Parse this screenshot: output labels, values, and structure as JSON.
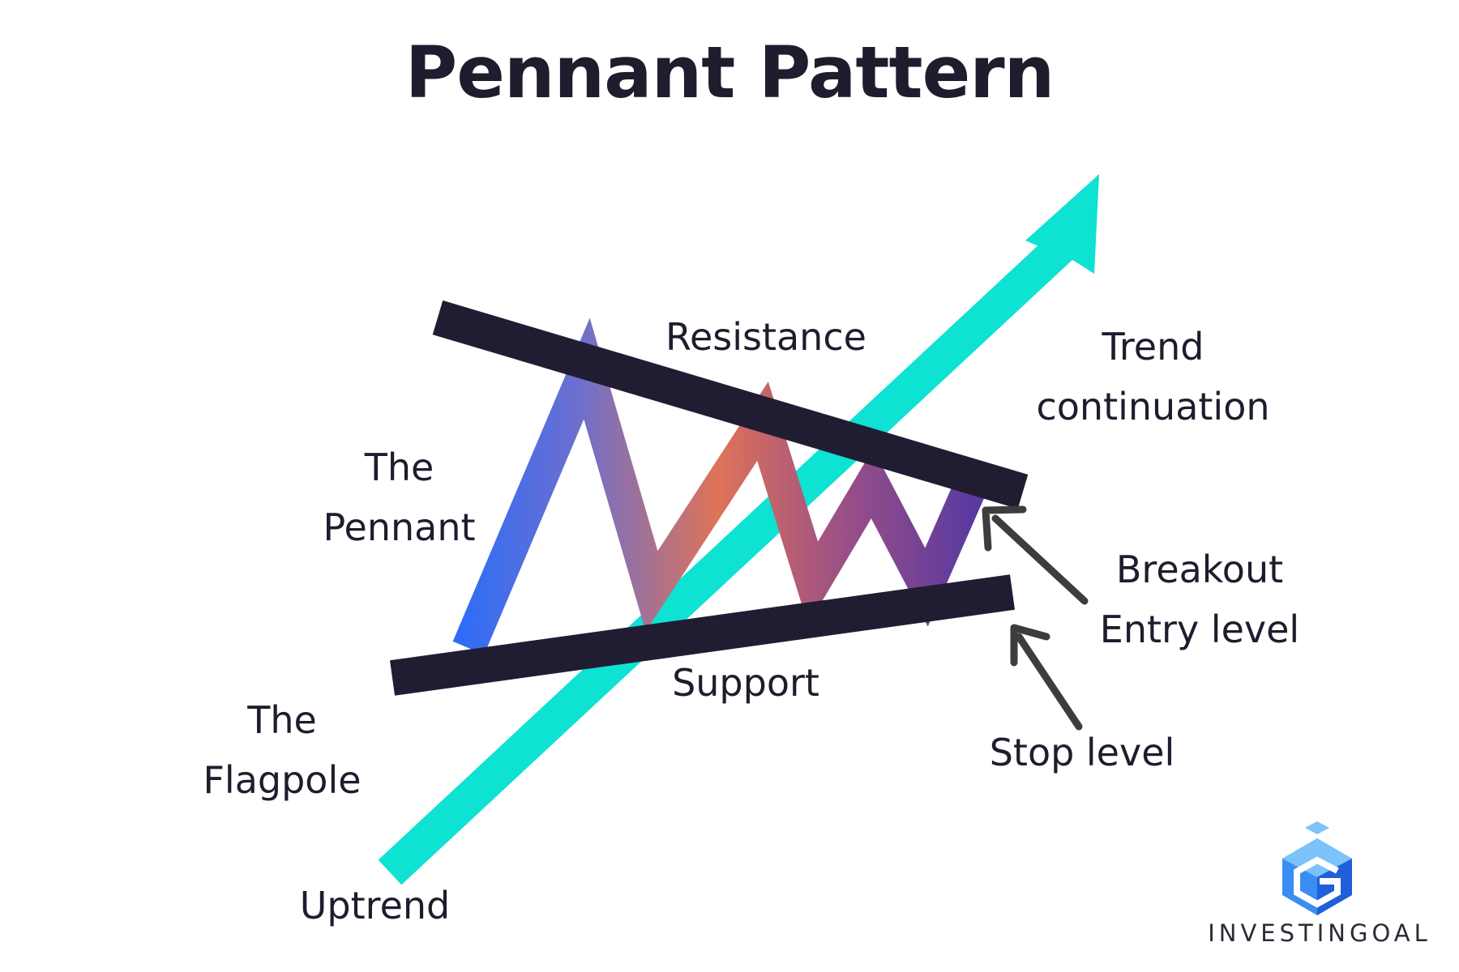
{
  "title": "Pennant Pattern",
  "labels": {
    "resistance": "Resistance",
    "support": "Support",
    "pennant_line1": "The",
    "pennant_line2": "Pennant",
    "flagpole_line1": "The",
    "flagpole_line2": "Flagpole",
    "uptrend": "Uptrend",
    "trend_line1": "Trend",
    "trend_line2": "continuation",
    "breakout_line1": "Breakout",
    "breakout_line2": "Entry level",
    "stop_level": "Stop level"
  },
  "brand": {
    "name": "INVESTINGOAL"
  },
  "colors": {
    "text": "#1f1c2e",
    "trendlines": "#201d33",
    "flagpole": "#0ee2d2",
    "pennant_start": "#2f6df6",
    "pennant_mid": "#de7358",
    "pennant_end": "#5a3aa0",
    "pointer_arrows": "#3d3d3d",
    "logo": "#2f86f0"
  }
}
